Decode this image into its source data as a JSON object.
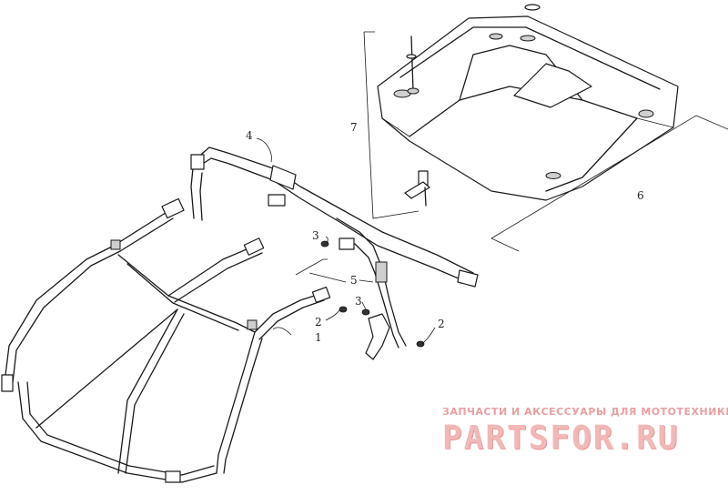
{
  "diagram": {
    "callouts": [
      "1",
      "2",
      "2",
      "3",
      "3",
      "4",
      "5",
      "6",
      "7"
    ]
  },
  "watermark": {
    "tagline": "ЗАПЧАСТИ И АКСЕССУАРЫ ДЛЯ МОТОТЕХНИКИ",
    "brand": "PARTSFOR.RU"
  }
}
